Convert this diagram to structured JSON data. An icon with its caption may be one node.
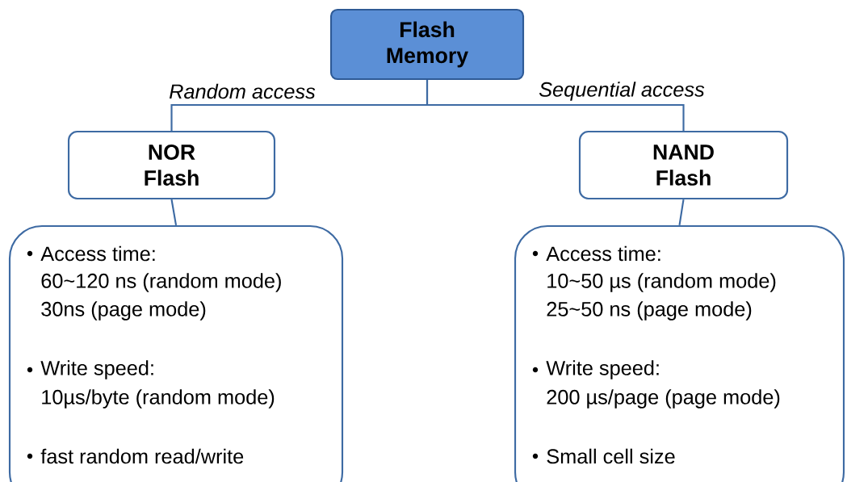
{
  "diagram": {
    "nodes": [
      {
        "text": [
          "Flash Memory"
        ]
      },
      {
        "text": [
          "NOR Flash"
        ]
      },
      {
        "text": [
          "NAND Flash"
        ]
      },
      {
        "text": [
          "Access time:",
          "60~120 ns (random mode)",
          "30ns (page mode)",
          "Write speed:",
          "10µs/byte (random mode)",
          "fast random read/write"
        ]
      },
      {
        "text": [
          "Access time:",
          "10~50 µs (random mode)",
          "25~50 ns (page mode)",
          "Write speed:",
          "200 µs/page (page mode)",
          "Small cell size"
        ]
      }
    ],
    "edges": [
      {
        "from": 0,
        "to": 1,
        "arrow": "none",
        "label": "Random access"
      },
      {
        "from": 0,
        "to": 2,
        "arrow": "none",
        "label": "Sequential access"
      },
      {
        "from": 1,
        "to": 3,
        "arrow": "none"
      },
      {
        "from": 2,
        "to": 4,
        "arrow": "none"
      }
    ]
  }
}
